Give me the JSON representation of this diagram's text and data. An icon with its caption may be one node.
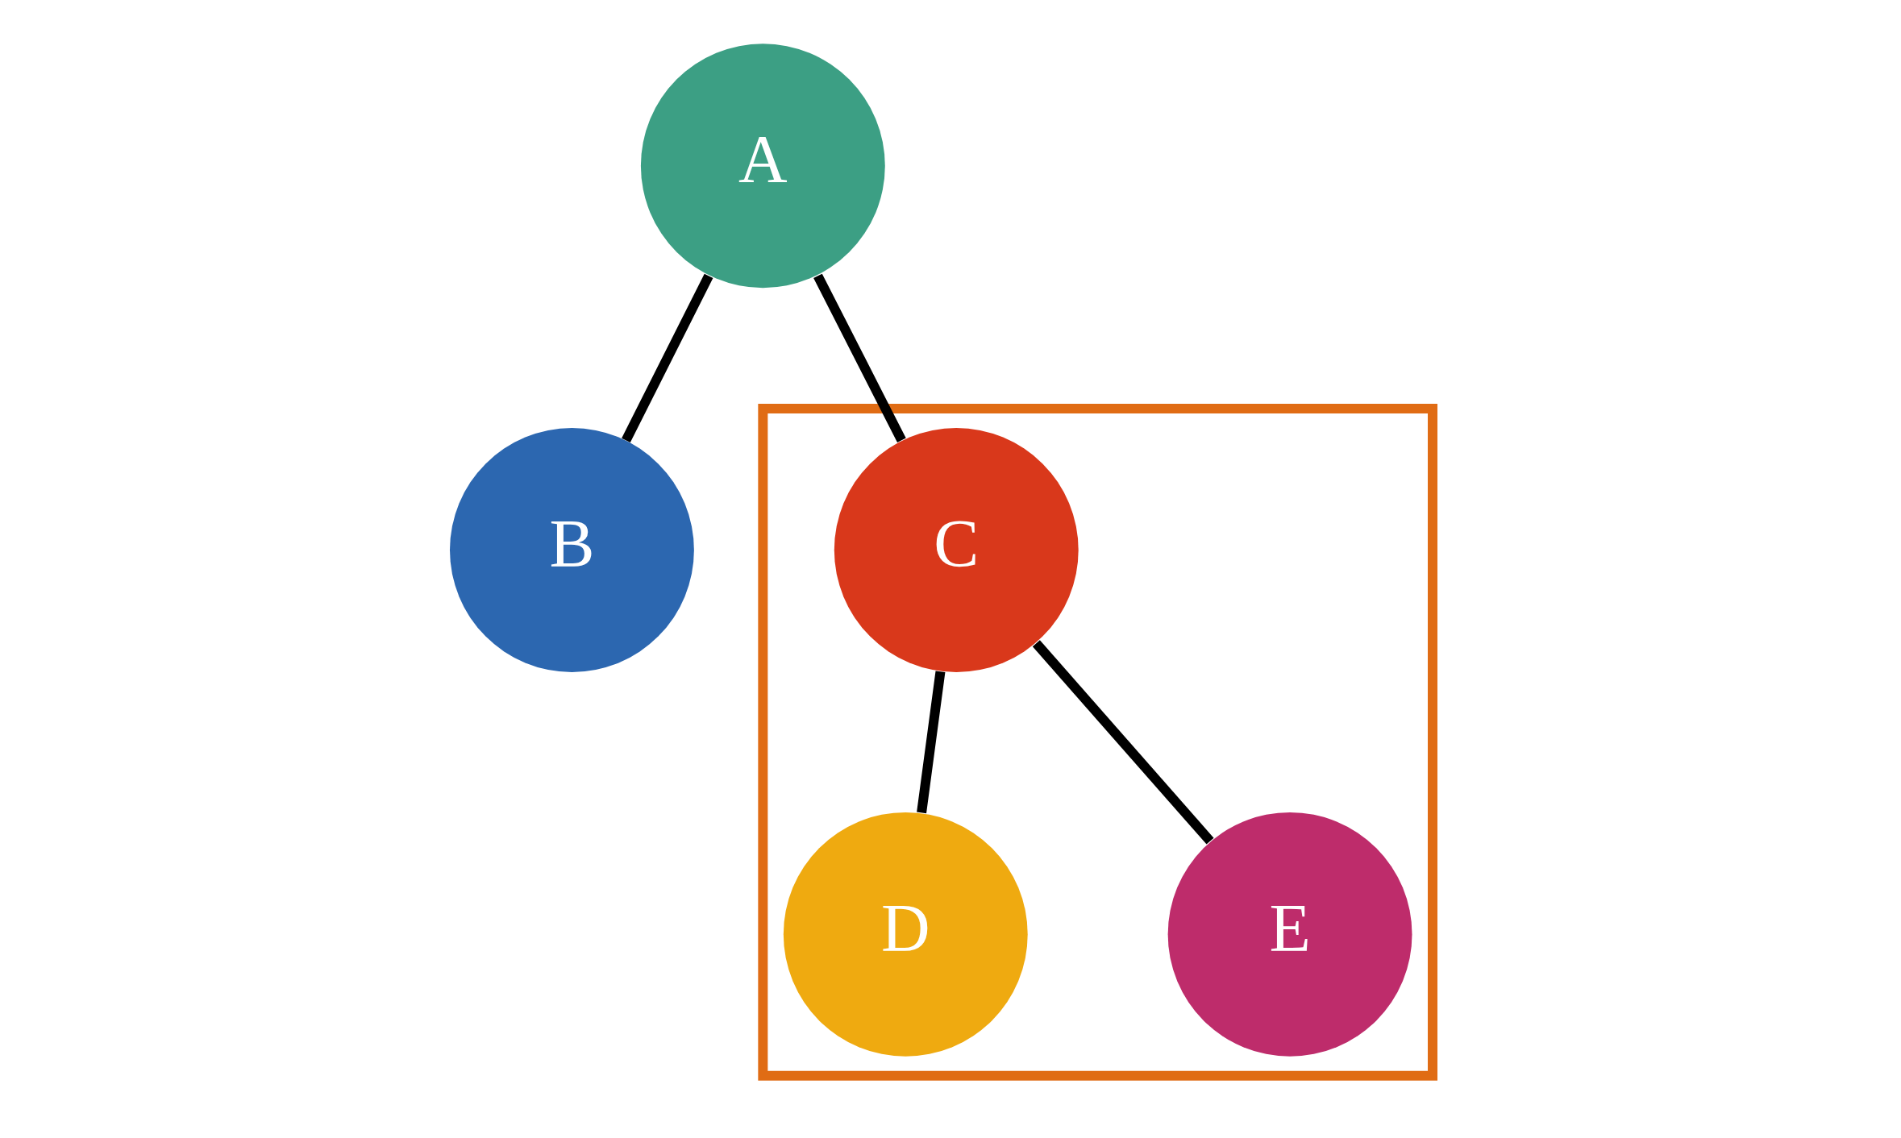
{
  "diagram": {
    "nodes": [
      {
        "text": [
          "A"
        ]
      },
      {
        "text": [
          "B"
        ]
      },
      {
        "text": [],
        "shape": "triangle"
      },
      {
        "text": [
          "C"
        ],
        "in": 2
      },
      {
        "text": [
          "D"
        ],
        "in": 2
      },
      {
        "text": [
          "E"
        ],
        "in": 2
      }
    ],
    "edges": [
      {
        "from": 0,
        "to": 1,
        "arrow": "none"
      },
      {
        "from": 0,
        "to": 3,
        "arrow": "none"
      },
      {
        "from": 3,
        "to": 4,
        "arrow": "none"
      },
      {
        "from": 3,
        "to": 5,
        "arrow": "none"
      }
    ]
  }
}
